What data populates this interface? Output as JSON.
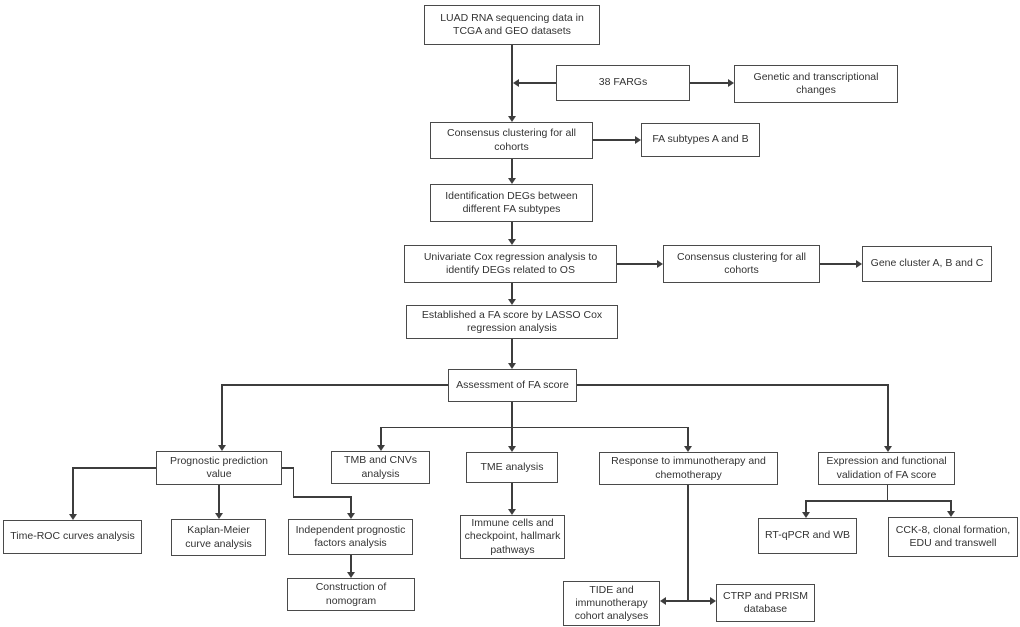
{
  "diagram": {
    "type": "flowchart",
    "background_color": "#ffffff",
    "line_color": "#3d3d3d",
    "box_border_color": "#4a4a4a",
    "text_color": "#333333"
  },
  "nodes": {
    "luad": {
      "label": "LUAD RNA sequencing data in TCGA and GEO datasets"
    },
    "fargs": {
      "label": "38 FARGs"
    },
    "genetic_changes": {
      "label": "Genetic and transcriptional changes"
    },
    "consensus1": {
      "label": "Consensus clustering for all cohorts"
    },
    "fa_subtypes": {
      "label": "FA subtypes A and B"
    },
    "identification_degs": {
      "label": "Identification DEGs between different FA subtypes"
    },
    "univariate_cox": {
      "label": "Univariate Cox regression analysis to identify DEGs related to OS"
    },
    "consensus2": {
      "label": "Consensus clustering for all cohorts"
    },
    "gene_cluster": {
      "label": "Gene cluster A, B and C"
    },
    "fa_score": {
      "label": "Established a FA score by LASSO Cox regression analysis"
    },
    "assessment": {
      "label": "Assessment of FA score"
    },
    "prognostic": {
      "label": "Prognostic prediction value"
    },
    "tmb_cnv": {
      "label": "TMB and CNVs analysis"
    },
    "tme": {
      "label": "TME analysis"
    },
    "response_therapy": {
      "label": "Response to immunotherapy and chemotherapy"
    },
    "expression_validation": {
      "label": "Expression and functional validation of FA score"
    },
    "time_roc": {
      "label": "Time-ROC curves analysis"
    },
    "kaplan_meier": {
      "label": "Kaplan-Meier curve analysis"
    },
    "independent_prognostic": {
      "label": "Independent prognostic factors analysis"
    },
    "immune_cells": {
      "label": "Immune cells and checkpoint, hallmark pathways"
    },
    "rt_qpcr": {
      "label": "RT-qPCR and WB"
    },
    "cck8": {
      "label": "CCK-8, clonal formation, EDU and transwell"
    },
    "nomogram": {
      "label": "Construction of nomogram"
    },
    "tide": {
      "label": "TIDE and immunotherapy cohort analyses"
    },
    "ctrp": {
      "label": "CTRP and PRISM database"
    }
  },
  "edges": [
    {
      "from": "luad",
      "to": "consensus1"
    },
    {
      "from": "fargs",
      "to": "luad-consensus1-flow"
    },
    {
      "from": "fargs",
      "to": "genetic_changes"
    },
    {
      "from": "consensus1",
      "to": "fa_subtypes"
    },
    {
      "from": "consensus1",
      "to": "identification_degs"
    },
    {
      "from": "identification_degs",
      "to": "univariate_cox"
    },
    {
      "from": "univariate_cox",
      "to": "consensus2"
    },
    {
      "from": "consensus2",
      "to": "gene_cluster"
    },
    {
      "from": "univariate_cox",
      "to": "fa_score"
    },
    {
      "from": "fa_score",
      "to": "assessment"
    },
    {
      "from": "assessment",
      "to": "prognostic"
    },
    {
      "from": "assessment",
      "to": "tmb_cnv"
    },
    {
      "from": "assessment",
      "to": "tme"
    },
    {
      "from": "assessment",
      "to": "response_therapy"
    },
    {
      "from": "assessment",
      "to": "expression_validation"
    },
    {
      "from": "prognostic",
      "to": "time_roc"
    },
    {
      "from": "prognostic",
      "to": "kaplan_meier"
    },
    {
      "from": "prognostic",
      "to": "independent_prognostic"
    },
    {
      "from": "independent_prognostic",
      "to": "nomogram"
    },
    {
      "from": "tme",
      "to": "immune_cells"
    },
    {
      "from": "response_therapy",
      "to": "tide"
    },
    {
      "from": "response_therapy",
      "to": "ctrp"
    },
    {
      "from": "expression_validation",
      "to": "rt_qpcr"
    },
    {
      "from": "expression_validation",
      "to": "cck8"
    }
  ]
}
